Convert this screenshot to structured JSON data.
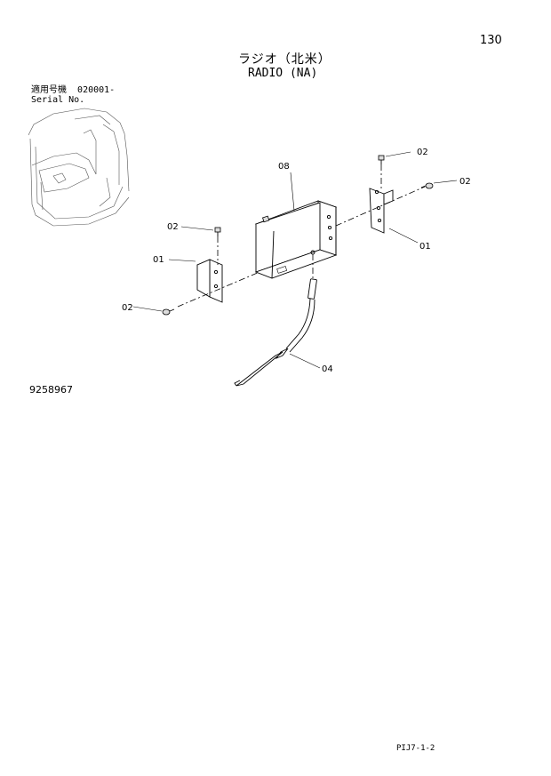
{
  "page": {
    "number": "130",
    "title_jp": "ラジオ（北米）",
    "title_en": "RADIO (NA)",
    "serial_label_jp": "適用号機",
    "serial_value": "020001-",
    "serial_label_en": "Serial No.",
    "doc_number": "9258967",
    "footer_code": "PIJ7-1-2"
  },
  "callouts": {
    "c08": "08",
    "c02_top_right": "02",
    "c02_right": "02",
    "c01_right": "01",
    "c02_left_top": "02",
    "c01_left": "01",
    "c02_left_bottom": "02",
    "c04": "04"
  }
}
